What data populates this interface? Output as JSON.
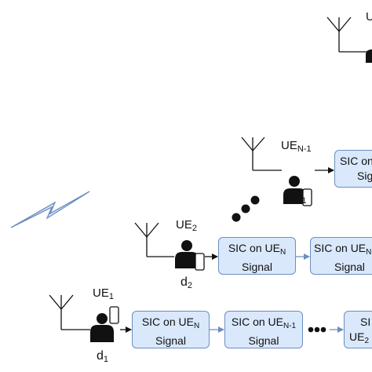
{
  "users": [
    {
      "ue": "UE",
      "ue_sub": "1",
      "d": "d",
      "d_sub": "1"
    },
    {
      "ue": "UE",
      "ue_sub": "2",
      "d": "d",
      "d_sub": "2"
    },
    {
      "ue": "UE",
      "ue_sub": "N-1",
      "d": "d",
      "d_sub": "N-1"
    },
    {
      "ue": "U"
    }
  ],
  "boxes": {
    "sic_on": "SIC on UE",
    "n": "N",
    "n_minus_1": "N-1",
    "signal": "Signal",
    "partial_sic": "SI",
    "partial_sig": "Sig",
    "partial_ue": "UE",
    "partial_ue_sub": "2"
  },
  "colors": {
    "box_fill": "#dae8fc",
    "box_stroke": "#6c8ebf",
    "connector": "#6c8ebf",
    "lightning": "#6c8ebf"
  }
}
